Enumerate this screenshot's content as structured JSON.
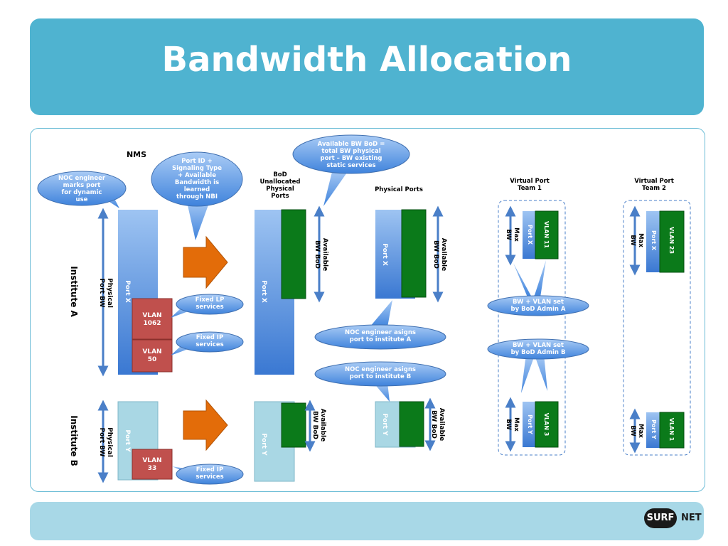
{
  "header": {
    "title": "Bandwidth Allocation"
  },
  "logo": {
    "left": "SURF",
    "right": "NET"
  },
  "diagram": {
    "nms": "NMS",
    "institute_a": "Institute A",
    "institute_b": "Institute B",
    "physical_port_bw": [
      "Physical",
      "Port BW"
    ],
    "port_x": "Port X",
    "port_y": "Port Y",
    "vlan_1062": [
      "VLAN",
      "1062"
    ],
    "vlan_50": [
      "VLAN",
      "50"
    ],
    "vlan_33": [
      "VLAN",
      "33"
    ],
    "fixed_lp": [
      "Fixed LP",
      "services"
    ],
    "fixed_ip": [
      "Fixed IP",
      "services"
    ],
    "bubble_noc_marks": [
      "NOC engineer",
      "marks port",
      "for dynamic",
      "use"
    ],
    "bubble_port_id": [
      "Port  ID +",
      "Signaling Type",
      "+ Available",
      "Bandwidth is",
      "learned",
      "through NBI"
    ],
    "bubble_avail_bod": [
      "Available BW BoD =",
      "total BW physical",
      "port – BW existing",
      "static  services"
    ],
    "bod_unallocated": [
      "BoD",
      "Unallocated",
      "Physical",
      "Ports"
    ],
    "physical_ports": "Physical Ports",
    "available_bw_bod": [
      "Available",
      "BW BoD"
    ],
    "bubble_assign_a": [
      "NOC engineer asigns",
      "port to institute A"
    ],
    "bubble_assign_b": [
      "NOC engineer asigns",
      "port to institute B"
    ],
    "vp_team1": [
      "Virtual Port",
      "Team 1"
    ],
    "vp_team2": [
      "Virtual Port",
      "Team 2"
    ],
    "max_bw": [
      "Max",
      "BW"
    ],
    "vlan_11": "VLAN 11",
    "vlan_23": "VLAN 23",
    "vlan_3": "VLAN 3",
    "vlan_1": "VLAN 1",
    "bubble_bw_vlan_a": [
      "BW + VLAN set",
      "by BoD Admin A"
    ],
    "bubble_bw_vlan_b": [
      "BW + VLAN set",
      "by BoD Admin B"
    ]
  },
  "colors": {
    "header": "#4fb3d0",
    "footer": "#a8d8e7",
    "port_blue": "#4a86d8",
    "port_light": "#a9d7e4",
    "green": "#0b7a1a",
    "vlan_red": "#c0504d",
    "arrow_orange": "#e36c09",
    "bubble": "#6aa5e8"
  }
}
